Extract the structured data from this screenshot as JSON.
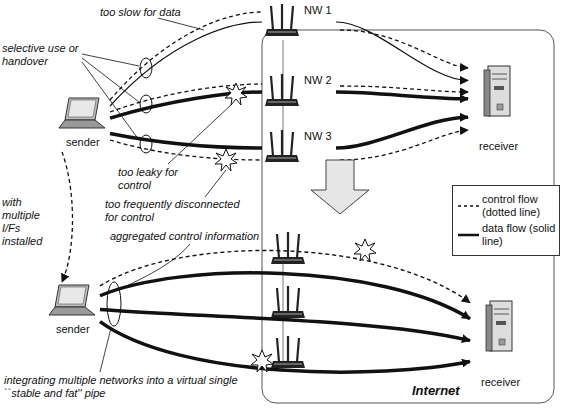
{
  "diagram": {
    "nodes": [
      {
        "text": [
          "sender"
        ]
      },
      {
        "text": [
          "NW 1"
        ]
      },
      {
        "text": [
          "NW 2"
        ]
      },
      {
        "text": [
          "NW 3"
        ]
      },
      {
        "text": [
          "receiver"
        ]
      },
      {
        "text": [
          "sender"
        ]
      },
      {
        "text": [
          "receiver"
        ]
      }
    ],
    "edges": [
      {
        "from": 0,
        "to": 1,
        "arrow": "none"
      },
      {
        "from": 1,
        "to": 4,
        "arrow": "to"
      },
      {
        "from": 0,
        "to": 2,
        "arrow": "none"
      },
      {
        "from": 2,
        "to": 4,
        "arrow": "to"
      },
      {
        "from": 0,
        "to": 3,
        "arrow": "none"
      },
      {
        "from": 3,
        "to": 4,
        "arrow": "to"
      },
      {
        "from": 5,
        "to": 6,
        "arrow": "to"
      },
      {
        "from": 5,
        "to": 6,
        "arrow": "to"
      },
      {
        "from": 5,
        "to": 6,
        "arrow": "to"
      },
      {
        "from": 5,
        "to": 6,
        "arrow": "to"
      }
    ],
    "labels": [
      "too slow for data",
      "selective use or handover",
      "too leaky for control",
      "too frequently disconnected for control",
      "with multiple I/Fs installed",
      "aggregated control information",
      "integrating multiple networks into a virtual single ``stable and fat'' pipe",
      "Internet"
    ],
    "legend": [
      {
        "text": "control flow (dotted line)"
      },
      {
        "text": "data flow (solid line)"
      }
    ]
  }
}
